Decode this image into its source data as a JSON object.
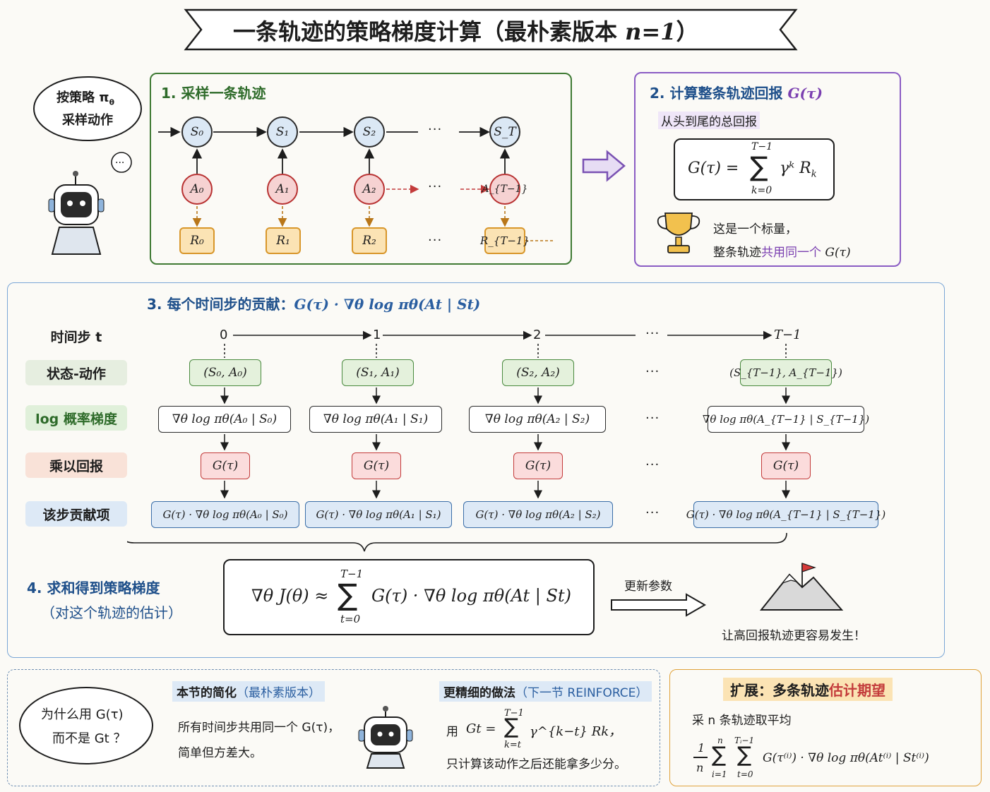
{
  "title": {
    "main": "一条轨迹的策略梯度计算（最朴素版本 ",
    "math": "n=1",
    "close": "）"
  },
  "sec1": {
    "title": "1. 采样一条轨迹",
    "bubble": [
      "按策略 π",
      "采样动作"
    ],
    "bubble_sub": "θ",
    "states": [
      "S₀",
      "S₁",
      "S₂",
      "S_T"
    ],
    "actions": [
      "A₀",
      "A₁",
      "A₂",
      "A_{T−1}"
    ],
    "rewards": [
      "R₀",
      "R₁",
      "R₂",
      "R_{T−1}"
    ],
    "dots": "···"
  },
  "sec2": {
    "title_cn": "2. 计算整条轨迹回报 ",
    "title_math": "G(τ)",
    "subtitle": "从头到尾的总回报",
    "formula_lhs": "G(τ) =",
    "formula_sum_top": "T−1",
    "formula_sum_bot": "k=0",
    "formula_rhs": "γᵏ R",
    "formula_rhs_sub": "k",
    "note1": "这是一个标量，",
    "note2_a": "整条轨迹",
    "note2_b": "共用同一个",
    "note2_c": " G(τ)"
  },
  "sec3": {
    "title_cn": "3. 每个时间步的贡献：",
    "title_math": "G(τ) · ∇θ log πθ(At | St)",
    "row_labels": [
      "时间步  t",
      "状态-动作",
      "log  概率梯度",
      "乘以回报",
      "该步贡献项"
    ],
    "timesteps": [
      "0",
      "1",
      "2",
      "T−1"
    ],
    "state_actions": [
      "(S₀, A₀)",
      "(S₁, A₁)",
      "(S₂, A₂)",
      "(S_{T−1}, A_{T−1})"
    ],
    "grads": [
      "∇θ log πθ(A₀ | S₀)",
      "∇θ log πθ(A₁ | S₁)",
      "∇θ log πθ(A₂ | S₂)",
      "∇θ log πθ(A_{T−1} | S_{T−1})"
    ],
    "returns": [
      "G(τ)",
      "G(τ)",
      "G(τ)",
      "G(τ)"
    ],
    "contribs": [
      "G(τ) · ∇θ log πθ(A₀ | S₀)",
      "G(τ) · ∇θ log πθ(A₁ | S₁)",
      "G(τ) · ∇θ log πθ(A₂ | S₂)",
      "G(τ) · ∇θ log πθ(A_{T−1} | S_{T−1})"
    ],
    "dots": "···"
  },
  "sec4": {
    "title1": "4. 求和得到策略梯度",
    "title2": "（对这个轨迹的估计）",
    "formula_lhs": "∇θ J(θ) ≈",
    "sum_top": "T−1",
    "sum_bot": "t=0",
    "formula_rhs": "G(τ) · ∇θ log πθ(At | St)",
    "update_label": "更新参数",
    "result": "让高回报轨迹更容易发生！"
  },
  "bottom_left": {
    "bubble1": "为什么用 G(τ)",
    "bubble2": "而不是 Gt ？",
    "simp_title": "本节的简化",
    "simp_tag": "（最朴素版本）",
    "simp_line1": "所有时间步共用同一个 G(τ)，",
    "simp_line2": "简单但方差大。",
    "fine_title": "更精细的做法",
    "fine_tag": "（下一节 REINFORCE）",
    "fine_use": "用",
    "fine_formula_lhs": "Gt =",
    "fine_sum_top": "T−1",
    "fine_sum_bot": "k=t",
    "fine_formula_rhs": "γ^{k−t} Rk，",
    "fine_line2": "只计算该动作之后还能拿多少分。"
  },
  "bottom_right": {
    "title_a": "扩展：多条轨迹",
    "title_b": "估计期望",
    "line1": "采  n  条轨迹取平均",
    "frac_num": "1",
    "frac_den": "n",
    "sum1_top": "n",
    "sum1_bot": "i=1",
    "sum2_top": "Tᵢ−1",
    "sum2_bot": "t=0",
    "formula": "G(τ⁽ⁱ⁾) · ∇θ log πθ(At⁽ⁱ⁾ | St⁽ⁱ⁾)"
  },
  "colors": {
    "green_frame": "#3f7a34",
    "purple_frame": "#8a5cc4",
    "blue_frame": "#7aa6d6",
    "orange_frame": "#e0a23a",
    "state_fill": "#dbe8f5",
    "action_fill": "#f6d2d2",
    "reward_fill": "#fbe3b4"
  }
}
